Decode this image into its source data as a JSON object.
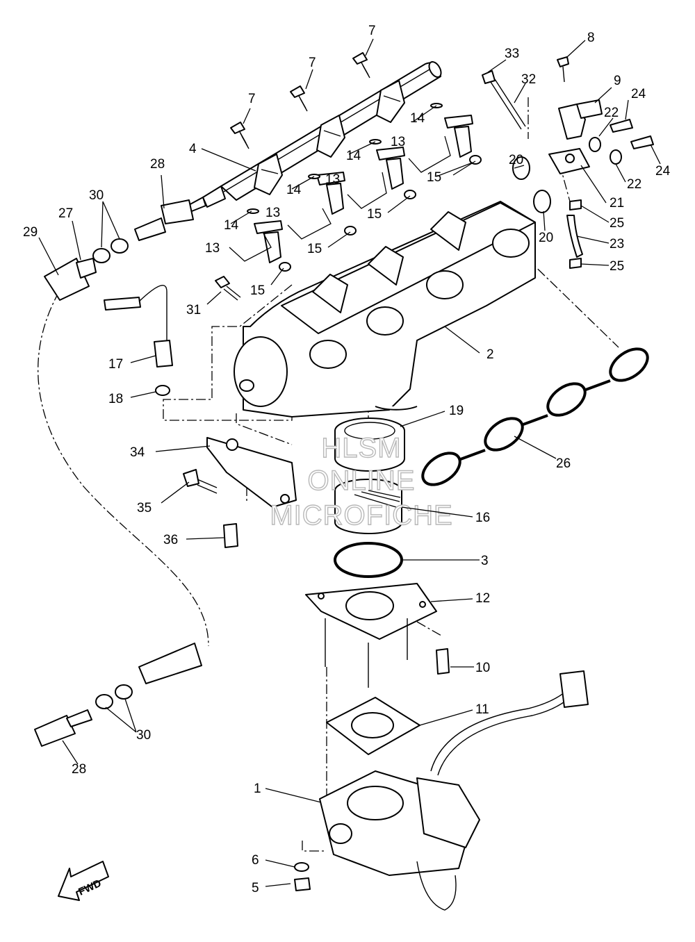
{
  "diagram": {
    "callouts": [
      {
        "id": "c1",
        "text": "1"
      },
      {
        "id": "c2",
        "text": "2"
      },
      {
        "id": "c3",
        "text": "3"
      },
      {
        "id": "c4",
        "text": "4"
      },
      {
        "id": "c5",
        "text": "5"
      },
      {
        "id": "c6",
        "text": "6"
      },
      {
        "id": "c7a",
        "text": "7"
      },
      {
        "id": "c7b",
        "text": "7"
      },
      {
        "id": "c7c",
        "text": "7"
      },
      {
        "id": "c8",
        "text": "8"
      },
      {
        "id": "c9",
        "text": "9"
      },
      {
        "id": "c10",
        "text": "10"
      },
      {
        "id": "c11",
        "text": "11"
      },
      {
        "id": "c12",
        "text": "12"
      },
      {
        "id": "c13a",
        "text": "13"
      },
      {
        "id": "c13b",
        "text": "13"
      },
      {
        "id": "c13c",
        "text": "13"
      },
      {
        "id": "c13d",
        "text": "13"
      },
      {
        "id": "c14a",
        "text": "14"
      },
      {
        "id": "c14b",
        "text": "14"
      },
      {
        "id": "c14c",
        "text": "14"
      },
      {
        "id": "c14d",
        "text": "14"
      },
      {
        "id": "c15a",
        "text": "15"
      },
      {
        "id": "c15b",
        "text": "15"
      },
      {
        "id": "c15c",
        "text": "15"
      },
      {
        "id": "c15d",
        "text": "15"
      },
      {
        "id": "c16",
        "text": "16"
      },
      {
        "id": "c17",
        "text": "17"
      },
      {
        "id": "c18",
        "text": "18"
      },
      {
        "id": "c19",
        "text": "19"
      },
      {
        "id": "c20a",
        "text": "20"
      },
      {
        "id": "c20b",
        "text": "20"
      },
      {
        "id": "c21",
        "text": "21"
      },
      {
        "id": "c22a",
        "text": "22"
      },
      {
        "id": "c22b",
        "text": "22"
      },
      {
        "id": "c23",
        "text": "23"
      },
      {
        "id": "c24a",
        "text": "24"
      },
      {
        "id": "c24b",
        "text": "24"
      },
      {
        "id": "c25a",
        "text": "25"
      },
      {
        "id": "c25b",
        "text": "25"
      },
      {
        "id": "c26",
        "text": "26"
      },
      {
        "id": "c27",
        "text": "27"
      },
      {
        "id": "c28a",
        "text": "28"
      },
      {
        "id": "c28b",
        "text": "28"
      },
      {
        "id": "c29",
        "text": "29"
      },
      {
        "id": "c30a",
        "text": "30"
      },
      {
        "id": "c30b",
        "text": "30"
      },
      {
        "id": "c31",
        "text": "31"
      },
      {
        "id": "c32",
        "text": "32"
      },
      {
        "id": "c33",
        "text": "33"
      },
      {
        "id": "c34",
        "text": "34"
      },
      {
        "id": "c35",
        "text": "35"
      },
      {
        "id": "c36",
        "text": "36"
      }
    ],
    "watermark": [
      "HLSM",
      "ONLINE",
      "MICROFICHE"
    ],
    "direction_arrow_label": "FWD"
  }
}
